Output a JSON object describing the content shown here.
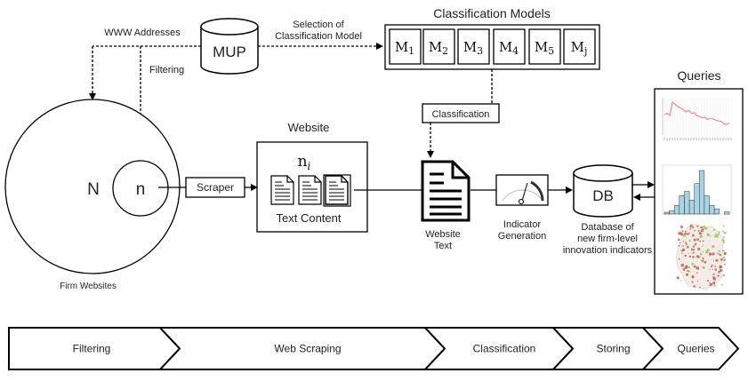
{
  "sources": {
    "mup_label": "MUP",
    "www_addresses_label": "WWW Addresses",
    "filtering_label": "Filtering",
    "selection_label_line1": "Selection of",
    "selection_label_line2": "Classification Model"
  },
  "classification_models": {
    "title": "Classification Models",
    "models": [
      {
        "base": "M",
        "sub": "1"
      },
      {
        "base": "M",
        "sub": "2"
      },
      {
        "base": "M",
        "sub": "3"
      },
      {
        "base": "M",
        "sub": "4"
      },
      {
        "base": "M",
        "sub": "5"
      },
      {
        "base": "M",
        "sub": "j"
      }
    ]
  },
  "firm_websites": {
    "outer_label": "N",
    "inner_label": "n",
    "caption": "Firm Websites"
  },
  "scraper_label": "Scraper",
  "website": {
    "title": "Website",
    "ni_base": "n",
    "ni_sub": "i",
    "content_label": "Text Content"
  },
  "classification_box_label": "Classification",
  "website_text": {
    "line1": "Website",
    "line2": "Text"
  },
  "indicator": {
    "line1": "Indicator",
    "line2": "Generation"
  },
  "database": {
    "label": "DB",
    "caption_line1": "Database of",
    "caption_line2": "new firm-level",
    "caption_line3": "innovation indicators"
  },
  "queries": {
    "title": "Queries",
    "line_chart_color": "#f08080",
    "histogram_color": "#a8d4e6",
    "histogram_relative_heights": [
      0.04,
      0.08,
      0.2,
      0.42,
      0.52,
      0.32,
      0.7,
      1.0,
      0.42,
      0.2,
      0.12,
      0.0,
      0.05
    ],
    "line_series_relative": [
      0.55,
      0.58,
      0.52,
      0.88,
      0.82,
      0.76,
      0.72,
      0.68,
      0.62,
      0.66,
      0.58,
      0.6,
      0.52,
      0.5,
      0.46,
      0.48,
      0.42,
      0.44,
      0.43,
      0.4,
      0.38,
      0.36,
      0.3,
      0.28,
      0.32
    ]
  },
  "process_steps": [
    "Filtering",
    "Web Scraping",
    "Classification",
    "Storing",
    "Queries"
  ],
  "colors": {
    "stroke": "#000000",
    "text": "#222222",
    "map_red": "#c0504d",
    "map_green": "#8bbf4a"
  }
}
